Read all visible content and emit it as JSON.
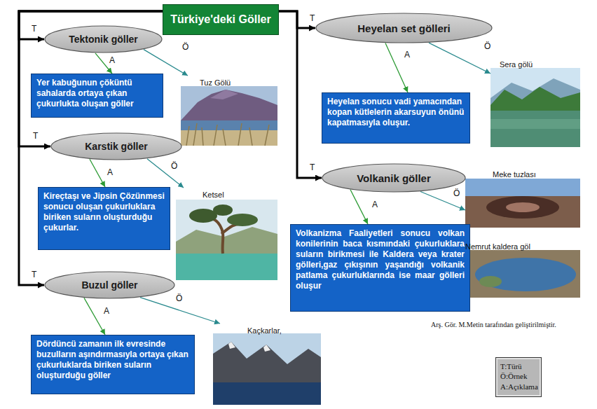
{
  "diagram": {
    "nodes": [
      {
        "text": [
          "Türkiye'deki Göller"
        ]
      },
      {
        "text": [
          "Tektonik göller"
        ]
      },
      {
        "text": [
          "Yer kabuğunun çöküntü sahalarda ortaya çıkan çukurlukta oluşan göller"
        ]
      },
      {
        "text": [
          "Tuz Gölü"
        ]
      },
      {
        "text": [
          "Karstik göller"
        ]
      },
      {
        "text": [
          "Kireçtaşı ve Jipsin Çözünmesi sonucu oluşan çukurluklara biriken suların oluşturduğu çukurlar."
        ]
      },
      {
        "text": [
          "Ketsel"
        ]
      },
      {
        "text": [
          "Buzul göller"
        ]
      },
      {
        "text": [
          "Dördüncü zamanın ilk evresinde buzulların aşındırmasıyla ortaya çıkan çukurluklarda biriken suların oluşturduğu göller"
        ]
      },
      {
        "text": [
          "Kaçkarlar,"
        ]
      },
      {
        "text": [
          "Heyelan set gölleri"
        ]
      },
      {
        "text": [
          "Sera gölü"
        ]
      },
      {
        "text": [
          "Heyelan sonucu vadi yamacından kopan kütlelerin akarsuyun önünü kapatmasıyla oluşur."
        ]
      },
      {
        "text": [
          "Volkanik göller"
        ]
      },
      {
        "text": [
          "Meke tuzlası"
        ]
      },
      {
        "text": [
          "Nemrut kaldera göl"
        ]
      },
      {
        "text": [
          "Volkanizma Faaliyetleri sonucu volkan konilerinin baca kısmındaki çukurluklara suların birikmesi ile Kaldera veya krater gölleri,gaz çıkışının yaşandığı volkanik patlama çukurluklarında ise maar gölleri oluşur"
        ]
      },
      {
        "text": [
          "T:Türü",
          "Ö:Örnek",
          "A:Açıklama"
        ]
      }
    ],
    "edges": [
      {
        "from": 0,
        "to": 1,
        "label": "T",
        "arrow": "to"
      },
      {
        "from": 0,
        "to": 4,
        "label": "T",
        "arrow": "to"
      },
      {
        "from": 0,
        "to": 7,
        "label": "T",
        "arrow": "to"
      },
      {
        "from": 0,
        "to": 10,
        "label": "T",
        "arrow": "to"
      },
      {
        "from": 0,
        "to": 13,
        "label": "T",
        "arrow": "to"
      },
      {
        "from": 1,
        "to": 2,
        "label": "A",
        "arrow": "to"
      },
      {
        "from": 1,
        "to": 3,
        "label": "Ö",
        "arrow": "to"
      },
      {
        "from": 4,
        "to": 5,
        "label": "A",
        "arrow": "to"
      },
      {
        "from": 4,
        "to": 6,
        "label": "Ö",
        "arrow": "to"
      },
      {
        "from": 7,
        "to": 8,
        "label": "A",
        "arrow": "to"
      },
      {
        "from": 7,
        "to": 9,
        "label": "Ö",
        "arrow": "to"
      },
      {
        "from": 10,
        "to": 12,
        "label": "A",
        "arrow": "to"
      },
      {
        "from": 10,
        "to": 11,
        "label": "Ö",
        "arrow": "to"
      },
      {
        "from": 13,
        "to": 16,
        "label": "A",
        "arrow": "to"
      },
      {
        "from": 13,
        "to": 14,
        "label": "Ö",
        "arrow": "to"
      }
    ],
    "labels": [
      "Arş. Gör. M.Metin tarafından geliştirilmiştir."
    ]
  }
}
